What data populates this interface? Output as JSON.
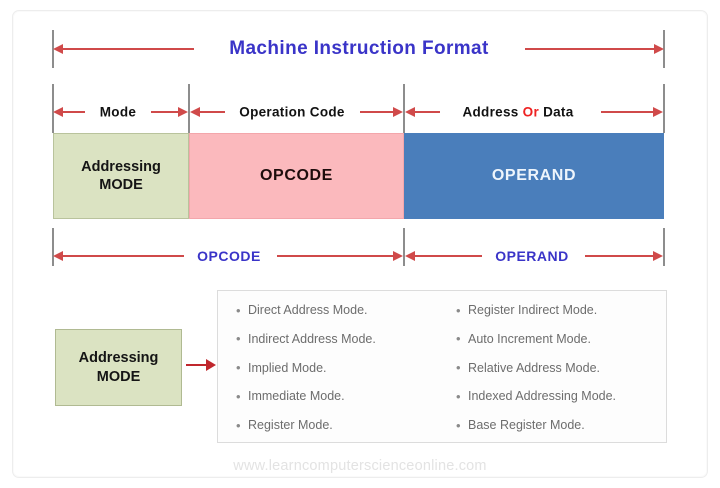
{
  "diagram": {
    "title": "Machine Instruction Format",
    "top_measure": {
      "label": "Machine Instruction Format"
    },
    "field_labels": {
      "mode": "Mode",
      "operation_code": "Operation  Code",
      "address_prefix": "Address",
      "address_or": "Or",
      "address_suffix": "Data"
    },
    "fields": [
      {
        "line1": "Addressing",
        "line2": "MODE",
        "fill": "#dbe3c2",
        "text_color": "#151515"
      },
      {
        "line1": "OPCODE",
        "line2": "",
        "fill": "#fbb9bd",
        "text_color": "#1e0c0c"
      },
      {
        "line1": "OPERAND",
        "line2": "",
        "fill": "#4a7ebb",
        "text_color": "#eef5fc"
      }
    ],
    "bottom_measures": {
      "opcode": "OPCODE",
      "operand": "OPERAND"
    },
    "callout": {
      "line1": "Addressing",
      "line2": "MODE"
    },
    "modes_left": [
      "Direct  Address Mode.",
      "Indirect Address Mode.",
      "Implied Mode.",
      "Immediate Mode.",
      "Register Mode."
    ],
    "modes_right": [
      "Register Indirect Mode.",
      "Auto Increment Mode.",
      "Relative Address Mode.",
      "Indexed Addressing Mode.",
      "Base Register Mode."
    ],
    "bullet": "•",
    "watermark": "www.learncomputerscienceonline.com",
    "colors": {
      "title_blue": "#3a34c8",
      "arrow_red": "#d04a4a",
      "or_red": "#ee2222",
      "mode_green": "#dbe3c2",
      "opcode_pink": "#fbb9bd",
      "operand_blue": "#4a7ebb",
      "guide_gray": "#8d8d8d",
      "watermark_gray": "#e3e3e3"
    }
  }
}
